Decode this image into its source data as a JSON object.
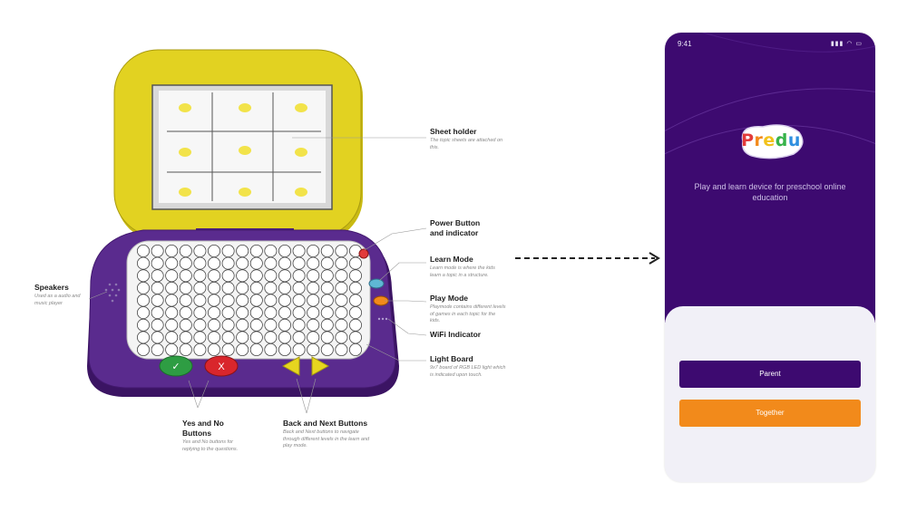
{
  "callouts": {
    "sheet_holder": {
      "title": "Sheet holder",
      "desc": "The topic sheets are attached on this."
    },
    "power_button": {
      "title": "Power Button\nand indicator"
    },
    "learn_mode": {
      "title": "Learn Mode",
      "desc": "Learn mode is where the kids learn a topic in a structure."
    },
    "play_mode": {
      "title": "Play Mode",
      "desc": "Playmode contains different levels of games in each topic for the kids."
    },
    "wifi_indicator": {
      "title": "WiFi Indicator"
    },
    "light_board": {
      "title": "Light Board",
      "desc": "9x7 board of RGB LED light which is indicated upon touch."
    },
    "speakers": {
      "title": "Speakers",
      "desc": "Used as a audio and music player"
    },
    "yes_no": {
      "title": "Yes and No\nButtons",
      "desc": "Yes and No buttons for replying to the questions."
    },
    "back_next": {
      "title": "Back and Next Buttons",
      "desc": "Back and Next buttons to navigate through different levels in the learn and play mode."
    }
  },
  "device_keys": {
    "yes_symbol": "✓",
    "no_symbol": "X"
  },
  "phone": {
    "time": "9:41",
    "status_icons": "▮▮▮ ◠ ▭",
    "logo": [
      "P",
      "r",
      "e",
      "d",
      "u"
    ],
    "logo_colors": [
      "#e23b3b",
      "#f28a1b",
      "#f2c21b",
      "#37b34a",
      "#2f8fe0"
    ],
    "tagline": "Play and learn device for preschool online education",
    "buttons": {
      "parent": "Parent",
      "together": "Together"
    }
  },
  "colors": {
    "device_purple": "#5a2b8e",
    "device_yellow": "#e2d221",
    "phone_purple": "#3d0a70",
    "accent_orange": "#f28a1b"
  }
}
